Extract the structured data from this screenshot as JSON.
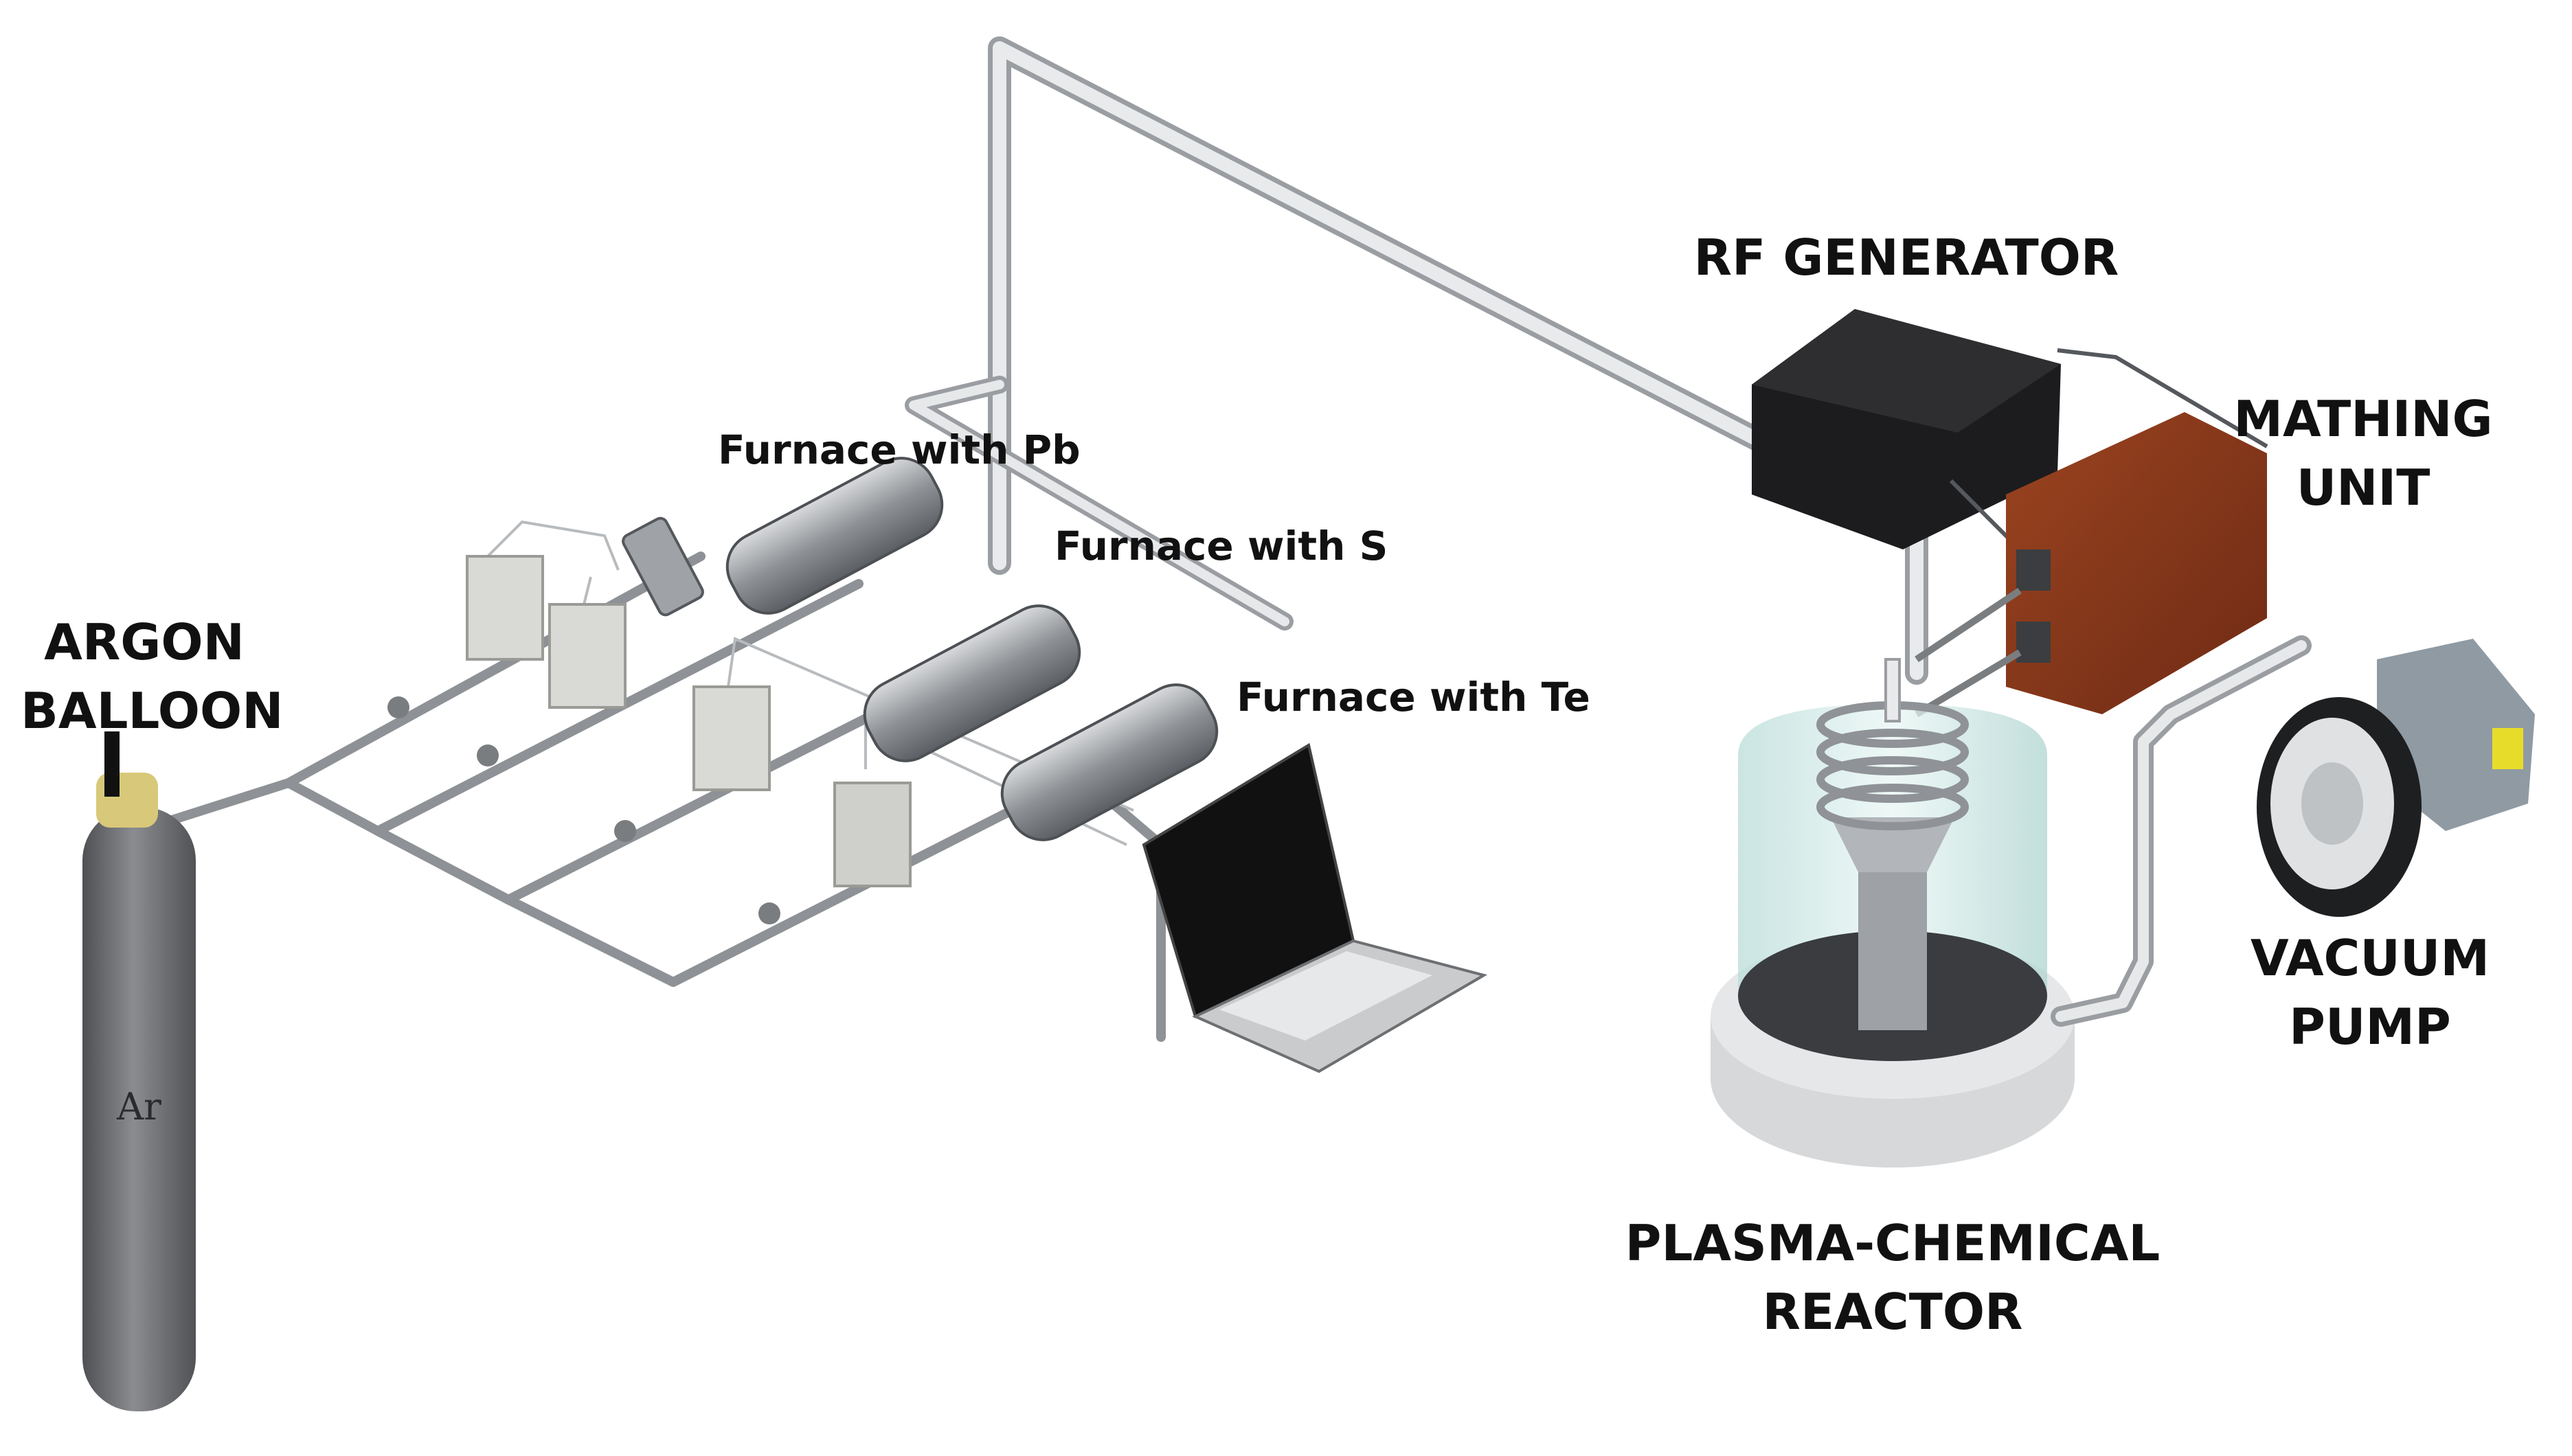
{
  "labels": {
    "argon": [
      "ARGON",
      "BALLOON"
    ],
    "cylinder_mark": "Ar",
    "furnace_pb": "Furnace with Pb",
    "furnace_s": "Furnace with S",
    "furnace_te": "Furnace with Te",
    "rf": "RF GENERATOR",
    "matching": [
      "MATHING",
      "UNIT"
    ],
    "vacuum": [
      "VACUUM",
      "PUMP"
    ],
    "reactor": [
      "PLASMA-CHEMICAL",
      "REACTOR"
    ]
  },
  "colors": {
    "pipe": "#c9cbcf",
    "cylinder": "#6b6d70",
    "rf_box": "#1c1c1e",
    "matching_box": "#8a3a1e",
    "glass": "#cfe9e6",
    "pump_motor": "#8f9aa3",
    "pump_tag": "#e8dc2a"
  }
}
